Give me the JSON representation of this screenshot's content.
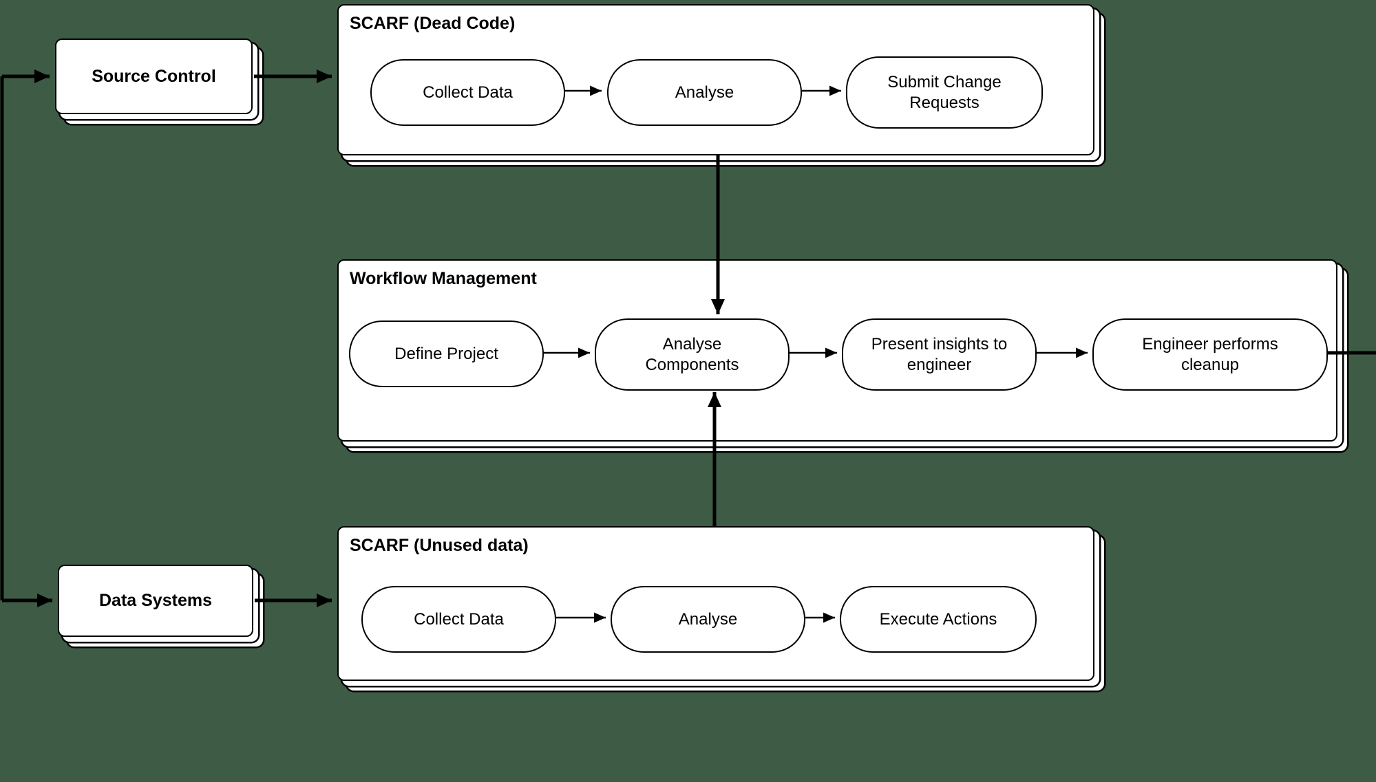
{
  "colors": {
    "background": "#3E5B45",
    "node_fill": "#FFFFFF",
    "line": "#000000"
  },
  "external_boxes": {
    "source_control": {
      "label": "Source Control"
    },
    "data_systems": {
      "label": "Data Systems"
    }
  },
  "containers": {
    "dead_code": {
      "title": "SCARF (Dead Code)",
      "nodes": [
        "Collect Data",
        "Analyse",
        "Submit Change Requests"
      ]
    },
    "workflow": {
      "title": "Workflow Management",
      "nodes": [
        "Define Project",
        "Analyse Components",
        "Present insights to engineer",
        "Engineer performs cleanup"
      ]
    },
    "unused_data": {
      "title": "SCARF (Unused data)",
      "nodes": [
        "Collect Data",
        "Analyse",
        "Execute Actions"
      ]
    }
  },
  "edges": [
    {
      "from": "left-loop",
      "to": "Source Control"
    },
    {
      "from": "left-loop",
      "to": "Data Systems"
    },
    {
      "from": "Source Control",
      "to": "SCARF (Dead Code)"
    },
    {
      "from": "Data Systems",
      "to": "SCARF (Unused data)"
    },
    {
      "from": "SCARF (Dead Code)",
      "to": "Analyse Components"
    },
    {
      "from": "SCARF (Unused data)",
      "to": "Analyse Components"
    },
    {
      "from": "Engineer performs cleanup",
      "to": "right-edge"
    }
  ]
}
